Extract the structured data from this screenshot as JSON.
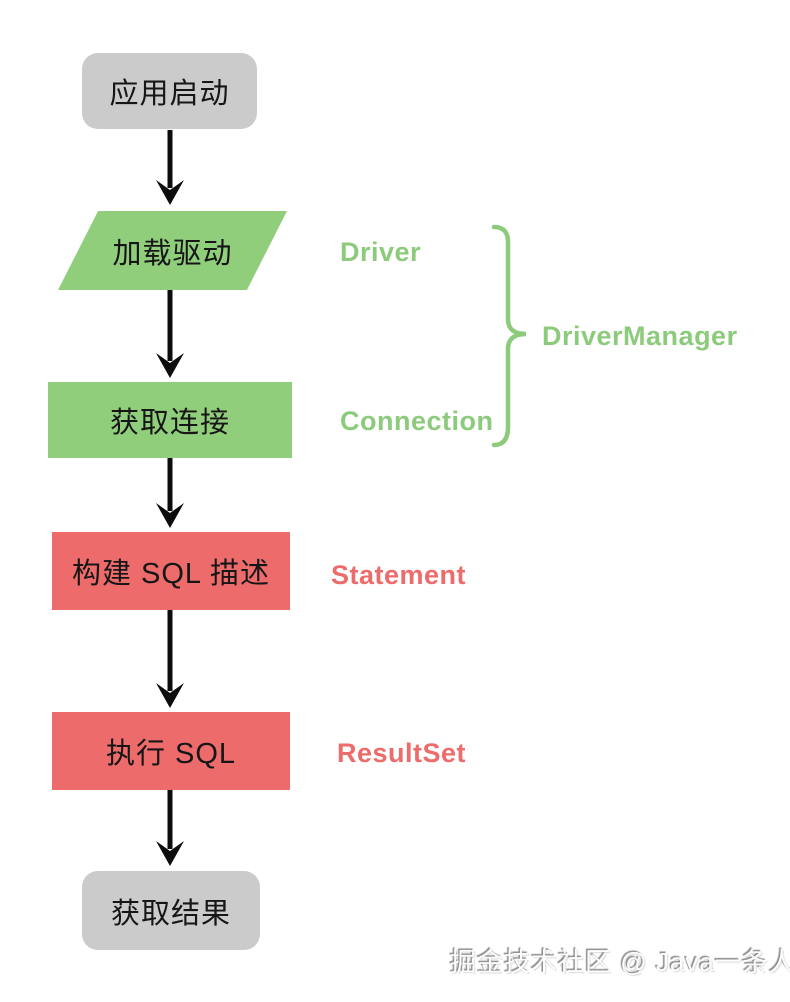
{
  "flowchart": {
    "nodes": {
      "app_start": {
        "label": "应用启动"
      },
      "load_driver": {
        "label": "加载驱动",
        "annotation": "Driver"
      },
      "get_connection": {
        "label": "获取连接",
        "annotation": "Connection"
      },
      "build_sql": {
        "label": "构建 SQL 描述",
        "annotation": "Statement"
      },
      "execute_sql": {
        "label": "执行 SQL",
        "annotation": "ResultSet"
      },
      "get_result": {
        "label": "获取结果"
      }
    },
    "group": {
      "label": "DriverManager",
      "spans": [
        "Driver",
        "Connection"
      ]
    },
    "watermark": "掘金技术社区 @ Java一条人"
  },
  "colors": {
    "green_fill": "#90CE7C",
    "red_fill": "#ED6B6B",
    "gray_fill": "#CBCBCB",
    "green_text": "#8DCB7C",
    "red_text": "#EE6B6B",
    "arrow_black": "#0D0D0D",
    "background": "#FFFFFF"
  }
}
